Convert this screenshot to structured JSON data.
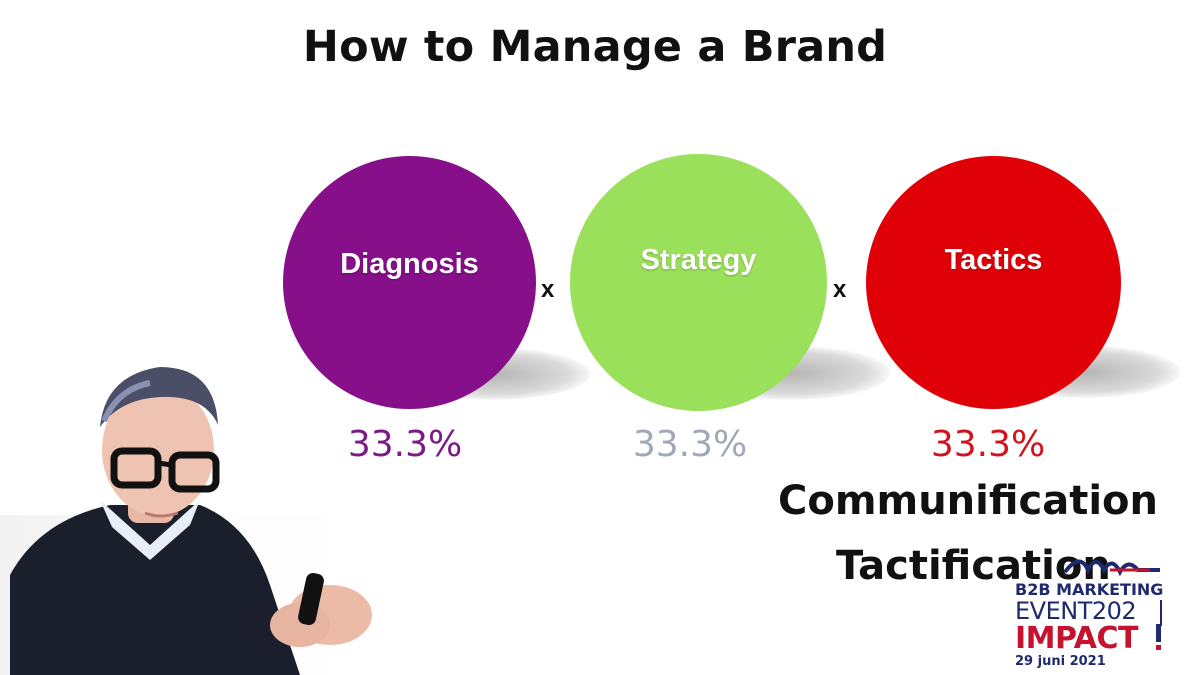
{
  "slide": {
    "title": "How to Manage a Brand",
    "operator": "x",
    "circles": [
      {
        "label": "Diagnosis",
        "color": "#870F8A",
        "percent": "33.3%",
        "percent_color": "#7B1A87"
      },
      {
        "label": "Strategy",
        "color": "#9BE05A",
        "percent": "33.3%",
        "percent_color": "#A0A8B8"
      },
      {
        "label": "Tactics",
        "color": "#E00008",
        "percent": "33.3%",
        "percent_color": "#D0141E"
      }
    ],
    "notes": [
      "Communification",
      "Tactification"
    ]
  },
  "event_logo": {
    "line1": "B2B MARKETING",
    "line2": "EVENT202",
    "line3": "IMPACT",
    "date": "29 juni 2021",
    "colors": {
      "navy": "#1F2A6E",
      "red": "#C4122F"
    }
  },
  "presenter": {
    "icon": "presenter-video-icon"
  }
}
